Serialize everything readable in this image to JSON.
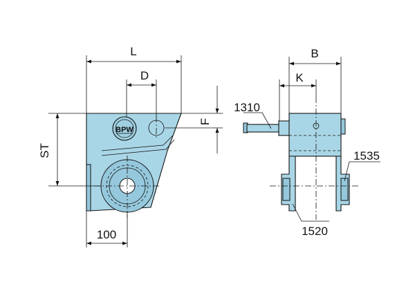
{
  "dimensions": {
    "L": "L",
    "D": "D",
    "F": "F",
    "ST": "ST",
    "base": "100",
    "B": "B",
    "K": "K"
  },
  "parts": {
    "p1310": "1310",
    "p1535": "1535",
    "p1520": "1520"
  },
  "logo_text": "BPW",
  "colors": {
    "part_fill": "#a9d6e6",
    "line": "#111111"
  }
}
